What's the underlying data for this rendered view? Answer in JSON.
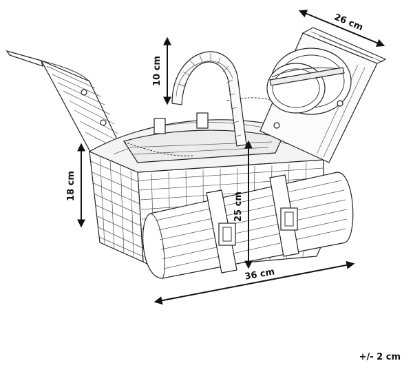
{
  "dimensions": {
    "top_width": "26 cm",
    "handle_height": "10 cm",
    "side_height": "18 cm",
    "total_height": "25 cm",
    "length": "36 cm"
  },
  "tolerance": "+/- 2 cm"
}
